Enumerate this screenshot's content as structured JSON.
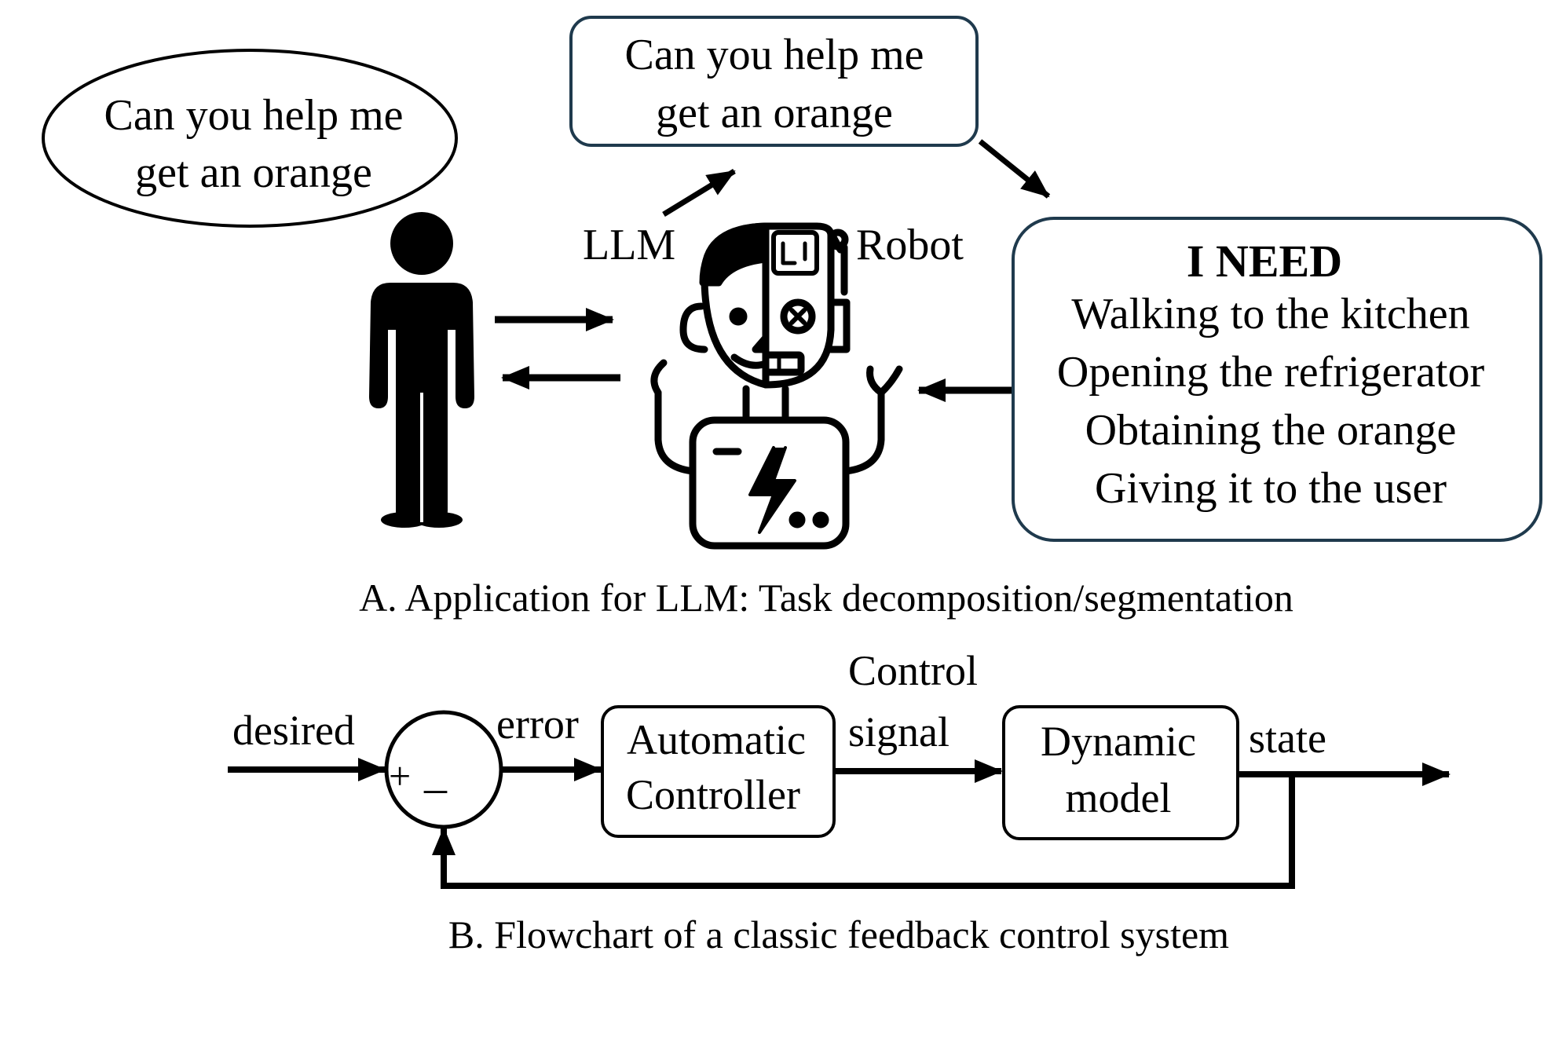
{
  "panel_a": {
    "user_speech": {
      "line1": "Can you help me",
      "line2": "get an orange"
    },
    "llm_prompt": {
      "line1": "Can you help me",
      "line2": "get an orange"
    },
    "llm_label": "LLM",
    "robot_label": "Robot",
    "plan": {
      "title": "I NEED",
      "steps": [
        "Walking to the kitchen",
        "Opening the refrigerator",
        "Obtaining the orange",
        "Giving it to the user"
      ]
    },
    "caption": "A. Application for LLM: Task decomposition/segmentation"
  },
  "panel_b": {
    "desired_label": "desired",
    "error_label": "error",
    "plus_sign": "+",
    "minus_sign": "–",
    "controller": {
      "line1": "Automatic",
      "line2": "Controller"
    },
    "control_signal": {
      "line1": "Control",
      "line2": "signal"
    },
    "plant": {
      "line1": "Dynamic",
      "line2": "model"
    },
    "state_label": "state",
    "caption": "B. Flowchart of a classic feedback control system"
  },
  "colors": {
    "box_border": "#1f3a4d",
    "ink": "#000000"
  }
}
